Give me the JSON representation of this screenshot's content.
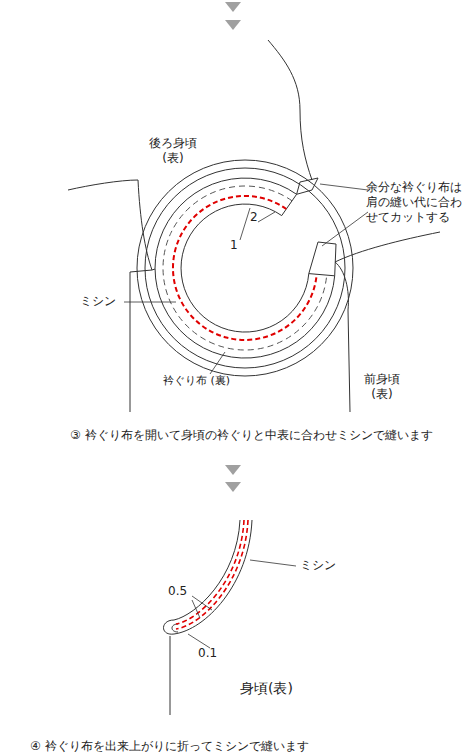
{
  "diagram": {
    "labels": [
      "後ろ身頃 (表)",
      "余分な衿ぐり布は 肩の縫い代に合わ せてカットする",
      "2",
      "1",
      "ミシン",
      "衿ぐり布 (裏)",
      "前身頃 (表)",
      "③ 衿ぐり布を開いて身頃の衿ぐりと中表に合わせミシンで縫います",
      "ミシン",
      "0.5",
      "0.1",
      "身頃(表)",
      "④ 衿ぐり布を出来上がりに折ってミシンで縫います"
    ]
  }
}
